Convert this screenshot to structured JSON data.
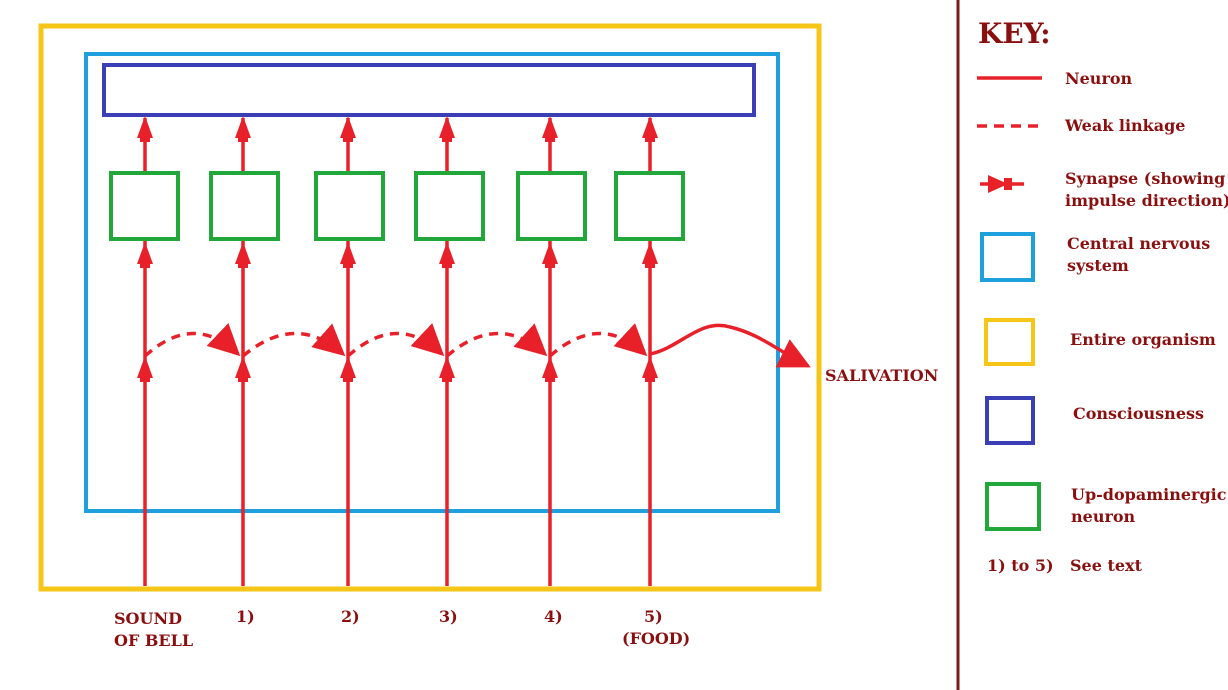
{
  "colors": {
    "organism": "#f5c518",
    "cns": "#1ea0dc",
    "consciousness": "#3b3fb5",
    "updop": "#22a83a",
    "neuron": "#e8202a",
    "text": "#8a1010",
    "divider": "#7a1a1a"
  },
  "diagram": {
    "output_label": "SALIVATION",
    "inputs": [
      {
        "line1": "SOUND",
        "line2": "OF BELL"
      },
      {
        "line1": "1)",
        "line2": ""
      },
      {
        "line1": "2)",
        "line2": ""
      },
      {
        "line1": "3)",
        "line2": ""
      },
      {
        "line1": "4)",
        "line2": ""
      },
      {
        "line1": "5)",
        "line2": "(FOOD)"
      }
    ]
  },
  "key": {
    "title": "KEY:",
    "neuron": {
      "line1": "Neuron"
    },
    "weak": {
      "line1": "Weak linkage"
    },
    "synapse": {
      "line1": "Synapse (showing",
      "line2": "impulse direction)"
    },
    "cns": {
      "line1": "Central nervous",
      "line2": "system"
    },
    "organism": {
      "line1": "Entire organism"
    },
    "consciousness": {
      "line1": "Consciousness"
    },
    "updop": {
      "line1": "Up-dopaminergic",
      "line2": "neuron"
    },
    "numbers": {
      "symbol": "1) to 5)",
      "line1": "See text"
    }
  }
}
